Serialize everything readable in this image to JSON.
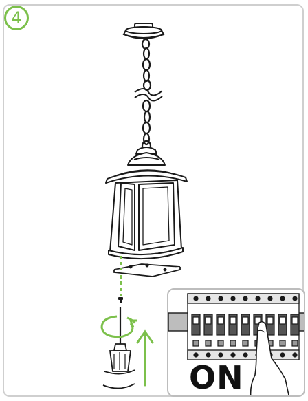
{
  "step": {
    "number": "4"
  },
  "inset": {
    "state_label": "ON"
  },
  "colors": {
    "accent_green": "#7cc04b",
    "line": "#1a1a1a",
    "frame_gray": "#cfcfcf"
  },
  "icons": [
    "lantern-fixture",
    "chain",
    "screwdriver",
    "rotate-arrow",
    "up-arrow",
    "circuit-breaker-panel",
    "pointing-finger"
  ]
}
